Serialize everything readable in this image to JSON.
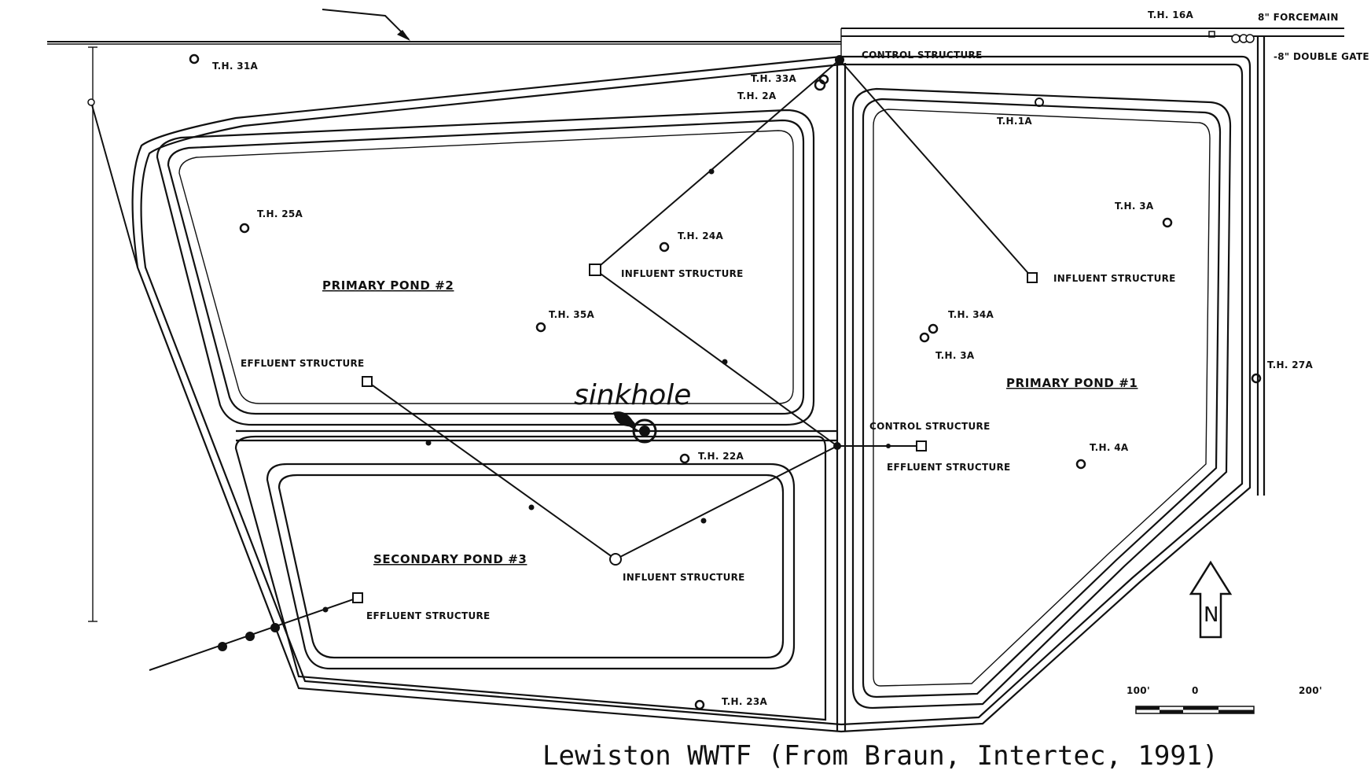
{
  "labels": {
    "th31a": "T.H. 31A",
    "th16a": "T.H. 16A",
    "forcemain": "8\" FORCEMAIN",
    "double_gate": "-8\" DOUBLE GATE",
    "control_top": "CONTROL STRUCTURE",
    "th33a": "T.H. 33A",
    "th2a": "T.H. 2A",
    "th1a": "T.H.1A",
    "th25a": "T.H. 25A",
    "th24a_left": "T.H. 24A",
    "influent_pp2": "INFLUENT STRUCTURE",
    "th3a_right": "T.H. 3A",
    "influent_pp1": "INFLUENT STRUCTURE",
    "th35a": "T.H. 35A",
    "th34a": "T.H. 34A",
    "th3a": "T.H. 3A",
    "effluent_pp2": "EFFLUENT STRUCTURE",
    "th27a": "T.H. 27A",
    "control_mid": "CONTROL STRUCTURE",
    "th22a": "T.H. 22A",
    "effluent_pp1": "EFFLUENT STRUCTURE",
    "th4a": "T.H. 4A",
    "influent_sp3": "INFLUENT STRUCTURE",
    "effluent_sp3": "EFFLUENT STRUCTURE",
    "th23a": "T.H. 23A",
    "scale_100": "100'",
    "scale_0": "0",
    "scale_200": "200'"
  },
  "ponds": {
    "primary2": "PRIMARY POND #2",
    "primary1": "PRIMARY POND #1",
    "secondary3": "SECONDARY POND #3"
  },
  "annotation": {
    "sinkhole": "sinkhole"
  },
  "north": "N",
  "caption": "Lewiston WWTF (From Braun, Intertec, 1991)"
}
